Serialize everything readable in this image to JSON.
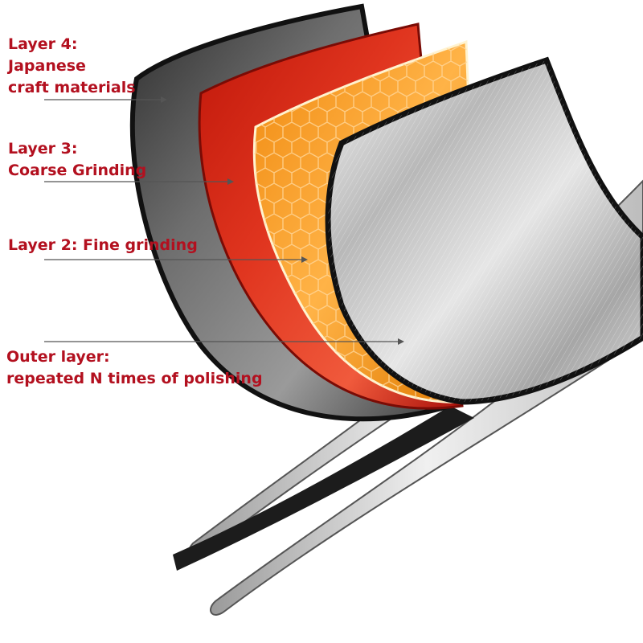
{
  "labels": {
    "layer4": [
      "Layer 4:",
      "Japanese",
      "craft materials"
    ],
    "layer3": [
      "Layer 3:",
      "Coarse Grinding"
    ],
    "layer2": [
      "Layer 2: Fine grinding"
    ],
    "outer": [
      "Outer layer:",
      "repeated N times of polishing"
    ]
  },
  "colors": {
    "label_text": "#b3101f",
    "layer4": "#4a4a4a",
    "layer3": "#d6200e",
    "layer2": "#f79a1c",
    "outer": "#c9c9c9"
  }
}
